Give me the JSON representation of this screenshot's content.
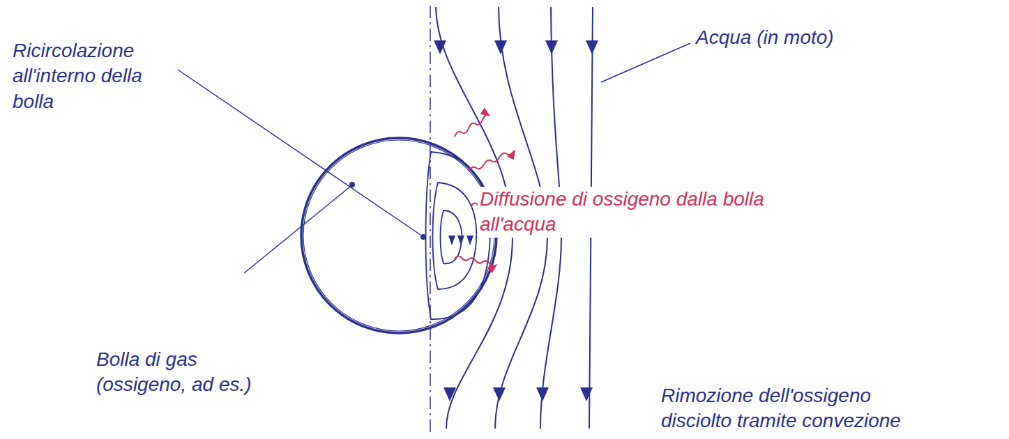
{
  "diagram": {
    "labels": [
      "Ricircolazione all'interno della bolla",
      "Acqua (in moto)",
      "Diffusione di ossigeno dalla bolla all'acqua",
      "Bolla di gas (ossigeno, ad es.)",
      "Rimozione dell'ossigeno disciolto tramite convezione"
    ]
  }
}
